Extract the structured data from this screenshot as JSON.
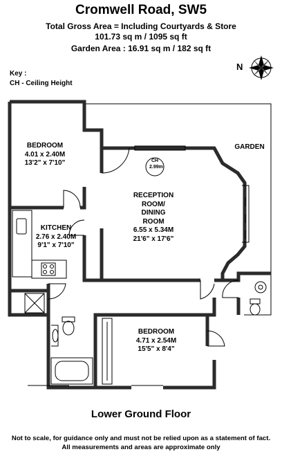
{
  "header": {
    "title": "Cromwell Road, SW5",
    "gross_area_line": "Total Gross Area  = Including Courtyards & Store",
    "area_line": "101.73 sq m /  1095 sq ft",
    "garden_area_line": "Garden Area  : 16.91 sq m /  182 sq ft"
  },
  "key": {
    "title": "Key :",
    "ch": "CH - Ceiling Height"
  },
  "compass": {
    "north_label": "N"
  },
  "rooms": {
    "bedroom1": {
      "name": "BEDROOM",
      "metric": "4.01 x 2.40M",
      "imperial": "13'2\" x 7'10\""
    },
    "kitchen": {
      "name": "KITCHEN",
      "metric": "2.76 x 2.40M",
      "imperial": "9'1\" x 7'10\""
    },
    "reception": {
      "name_line1": "RECEPTION",
      "name_line2": "ROOM/",
      "name_line3": "DINING",
      "name_line4": "ROOM",
      "metric": "6.55 x 5.34M",
      "imperial": "21'6\" x 17'6\""
    },
    "bedroom2": {
      "name": "BEDROOM",
      "metric": "4.71 x 2.54M",
      "imperial": "15'5\" x 8'4\""
    },
    "garden": {
      "name": "GARDEN"
    }
  },
  "ceiling_height": {
    "label": "CH",
    "value": "2.99m"
  },
  "floor_name": "Lower Ground Floor",
  "disclaimer": {
    "line1": "Not to scale, for guidance only and must not be relied upon as a statement of fact.",
    "line2": "All measurements and areas are approximate only"
  },
  "colors": {
    "wall": "#2b2b2b",
    "outline": "#000000",
    "background": "#ffffff"
  }
}
